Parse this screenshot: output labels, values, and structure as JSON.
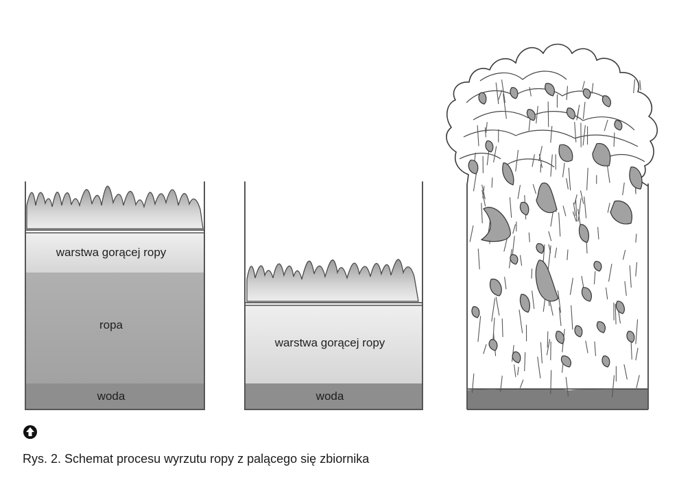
{
  "tanks": [
    {
      "id": "tank-1",
      "labels": {
        "hot_layer": "warstwa gorącej ropy",
        "oil": "ropa",
        "water": "woda"
      }
    },
    {
      "id": "tank-2",
      "labels": {
        "hot_layer": "warstwa gorącej ropy",
        "water": "woda"
      }
    },
    {
      "id": "tank-3",
      "labels": {}
    }
  ],
  "icon": {
    "name": "arrow-up-circle-icon"
  },
  "caption": "Rys. 2. Schemat procesu wyrzutu ropy z palącego się zbiornika",
  "colors": {
    "hot_layer": "#d9d9d9",
    "oil": "#a8a8a8",
    "water": "#8c8c8c",
    "flame": "#c2c2c2",
    "debris": "#a0a0a0",
    "outline": "#555555"
  }
}
